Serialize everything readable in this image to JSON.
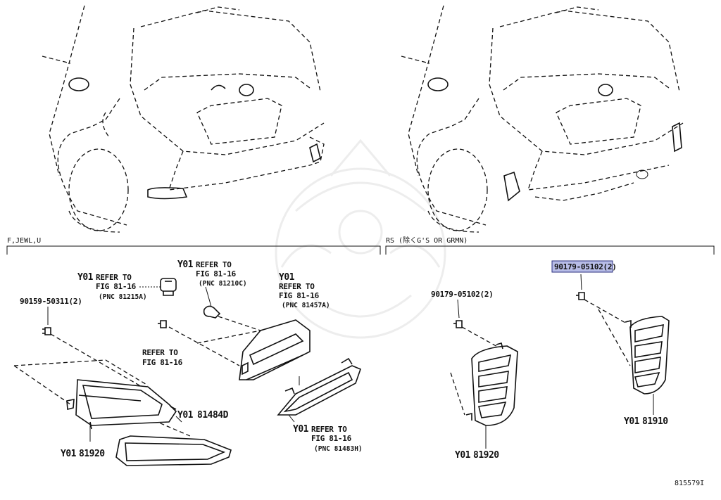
{
  "sections": {
    "left": "F,JEWL,U",
    "right": "RS (除くG'S OR GRMN)"
  },
  "labels": {
    "y01_a": "Y01",
    "refer_a": "REFER TO",
    "fig_a": "FIG 81-16",
    "pnc_a": "(PNC 81215A)",
    "y01_b": "Y01",
    "refer_b": "REFER TO",
    "fig_b": "FIG 81-16",
    "pnc_b": "(PNC 81210C)",
    "y01_c": "Y01",
    "refer_c": "REFER TO",
    "fig_c": "FIG 81-16",
    "pnc_c": "(PNC 81457A)",
    "refer_d": "REFER TO",
    "fig_d": "FIG 81-16",
    "y01_e": "Y01",
    "refer_e": "REFER TO",
    "fig_e": "FIG 81-16",
    "pnc_e": "(PNC 81483H)",
    "bolt_left": "90159-50311(2)",
    "bolt_mid": "90179-05102(2)",
    "bolt_right_highlight": "90179-05102(2)",
    "part_y0181484d_pre": "Y01",
    "part_y0181484d": "81484D",
    "part_y0181920_left_pre": "Y01",
    "part_y0181920_left": "81920",
    "part_y0181920_right_pre": "Y01",
    "part_y0181920_right": "81920",
    "part_y0181910_pre": "Y01",
    "part_y0181910": "81910",
    "figure_number": "815579I"
  }
}
